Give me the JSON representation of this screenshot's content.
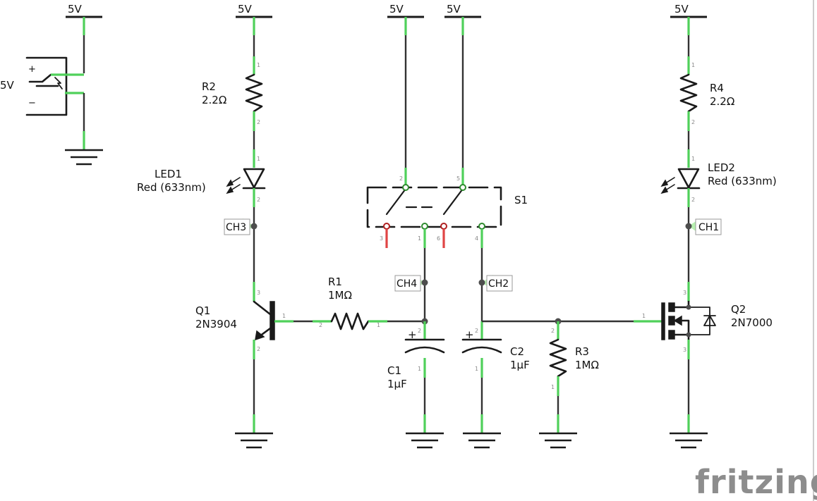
{
  "rails": {
    "v5": "5V"
  },
  "battery": {
    "label": "5V",
    "plus": "+",
    "minus": "−"
  },
  "resistors": {
    "r1": {
      "ref": "R1",
      "value": "1MΩ"
    },
    "r2": {
      "ref": "R2",
      "value": "2.2Ω"
    },
    "r3": {
      "ref": "R3",
      "value": "1MΩ"
    },
    "r4": {
      "ref": "R4",
      "value": "2.2Ω"
    }
  },
  "leds": {
    "led1": {
      "ref": "LED1",
      "value": "Red (633nm)"
    },
    "led2": {
      "ref": "LED2",
      "value": "Red (633nm)"
    }
  },
  "capacitors": {
    "c1": {
      "ref": "C1",
      "value": "1µF",
      "plus": "+"
    },
    "c2": {
      "ref": "C2",
      "value": "1µF",
      "plus": "+"
    }
  },
  "transistors": {
    "q1": {
      "ref": "Q1",
      "value": "2N3904"
    },
    "q2": {
      "ref": "Q2",
      "value": "2N7000"
    }
  },
  "switch": {
    "ref": "S1"
  },
  "probes": {
    "ch1": "CH1",
    "ch2": "CH2",
    "ch3": "CH3",
    "ch4": "CH4"
  },
  "pins": {
    "p1": "1",
    "p2": "2",
    "p3": "3",
    "p4": "4",
    "p5": "5",
    "p6": "6"
  },
  "brand": "fritzing",
  "colors": {
    "wire": "#333333",
    "pin": "#4fd05a",
    "pin_unconnected": "#e04444",
    "probe": "#b7f0b0"
  }
}
